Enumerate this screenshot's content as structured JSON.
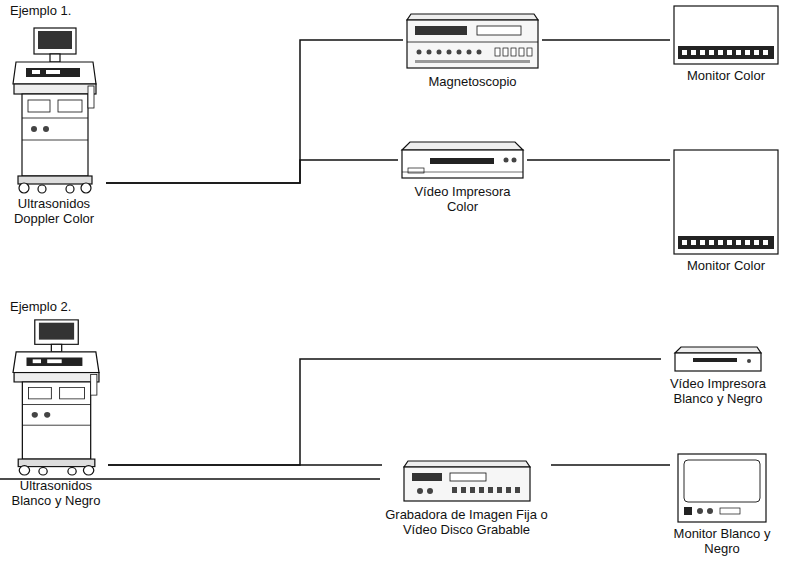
{
  "diagram": {
    "nodes": [
      {
        "text": [
          "Ultrasonidos Doppler Color"
        ]
      },
      {
        "text": [
          "Magnetoscopio"
        ]
      },
      {
        "text": [
          "Monitor Color"
        ]
      },
      {
        "text": [
          "Vídeo Impresora Color"
        ]
      },
      {
        "text": [
          "Monitor Color"
        ]
      },
      {
        "text": [
          "Ultrasonidos Blanco y Negro"
        ]
      },
      {
        "text": [
          "Vídeo Impresora Blanco y Negro"
        ]
      },
      {
        "text": [
          "Grabadora de Imagen Fija o Vídeo Disco Grabable"
        ]
      },
      {
        "text": [
          "Monitor Blanco y Negro"
        ]
      }
    ],
    "edges": [
      {
        "from": 0,
        "to": 1,
        "arrow": "none"
      },
      {
        "from": 0,
        "to": 3,
        "arrow": "none"
      },
      {
        "from": 1,
        "to": 2,
        "arrow": "none"
      },
      {
        "from": 3,
        "to": 4,
        "arrow": "none"
      },
      {
        "from": 5,
        "to": 6,
        "arrow": "none"
      },
      {
        "from": 5,
        "to": 7,
        "arrow": "none"
      },
      {
        "from": 7,
        "to": 8,
        "arrow": "none"
      }
    ],
    "labels": [
      "Ejemplo 1.",
      "Ejemplo 2."
    ]
  }
}
